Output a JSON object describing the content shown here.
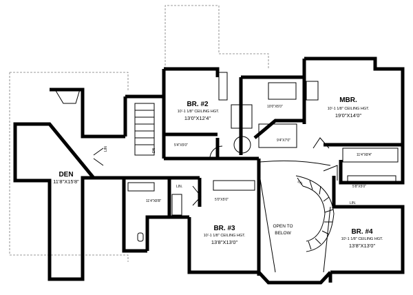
{
  "rooms": {
    "den": {
      "name": "DEN",
      "dim": "11'8\"X15'8\""
    },
    "br2": {
      "name": "BR. #2",
      "ceiling": "10'-1 1/8\" CEILING HGT.",
      "dim": "13'0\"X12'4\""
    },
    "mbr": {
      "name": "MBR.",
      "ceiling": "10'-1 1/8\" CEILING HGT.",
      "dim": "19'0\"X14'0\""
    },
    "br3": {
      "name": "BR. #3",
      "ceiling": "10'-1 1/8\" CEILING HGT.",
      "dim": "13'8\"X13'0\""
    },
    "br4": {
      "name": "BR. #4",
      "ceiling": "10'-1 1/8\" CEILING HGT.",
      "dim": "13'8\"X13'0\""
    }
  },
  "labels": {
    "open_to_below": "OPEN TO",
    "below": "BELOW",
    "dn_main": "DN",
    "dn_spiral": "DN",
    "lin_left": "LIN.",
    "lin_right": "LIN.",
    "lin_den": "LIN",
    "bath_br2": "5'4\"X5'0\"",
    "bath_master": "10'0\"X5'0\"",
    "closet_master": "9'4\"X7'0\"",
    "closet_master_right": "11'4\"X8'4\"",
    "bath_hall": "11'4\"X8'8\"",
    "bath_br3": "5'0\"X5'0\"",
    "bath_br4": "5'8\"X5'0\""
  }
}
